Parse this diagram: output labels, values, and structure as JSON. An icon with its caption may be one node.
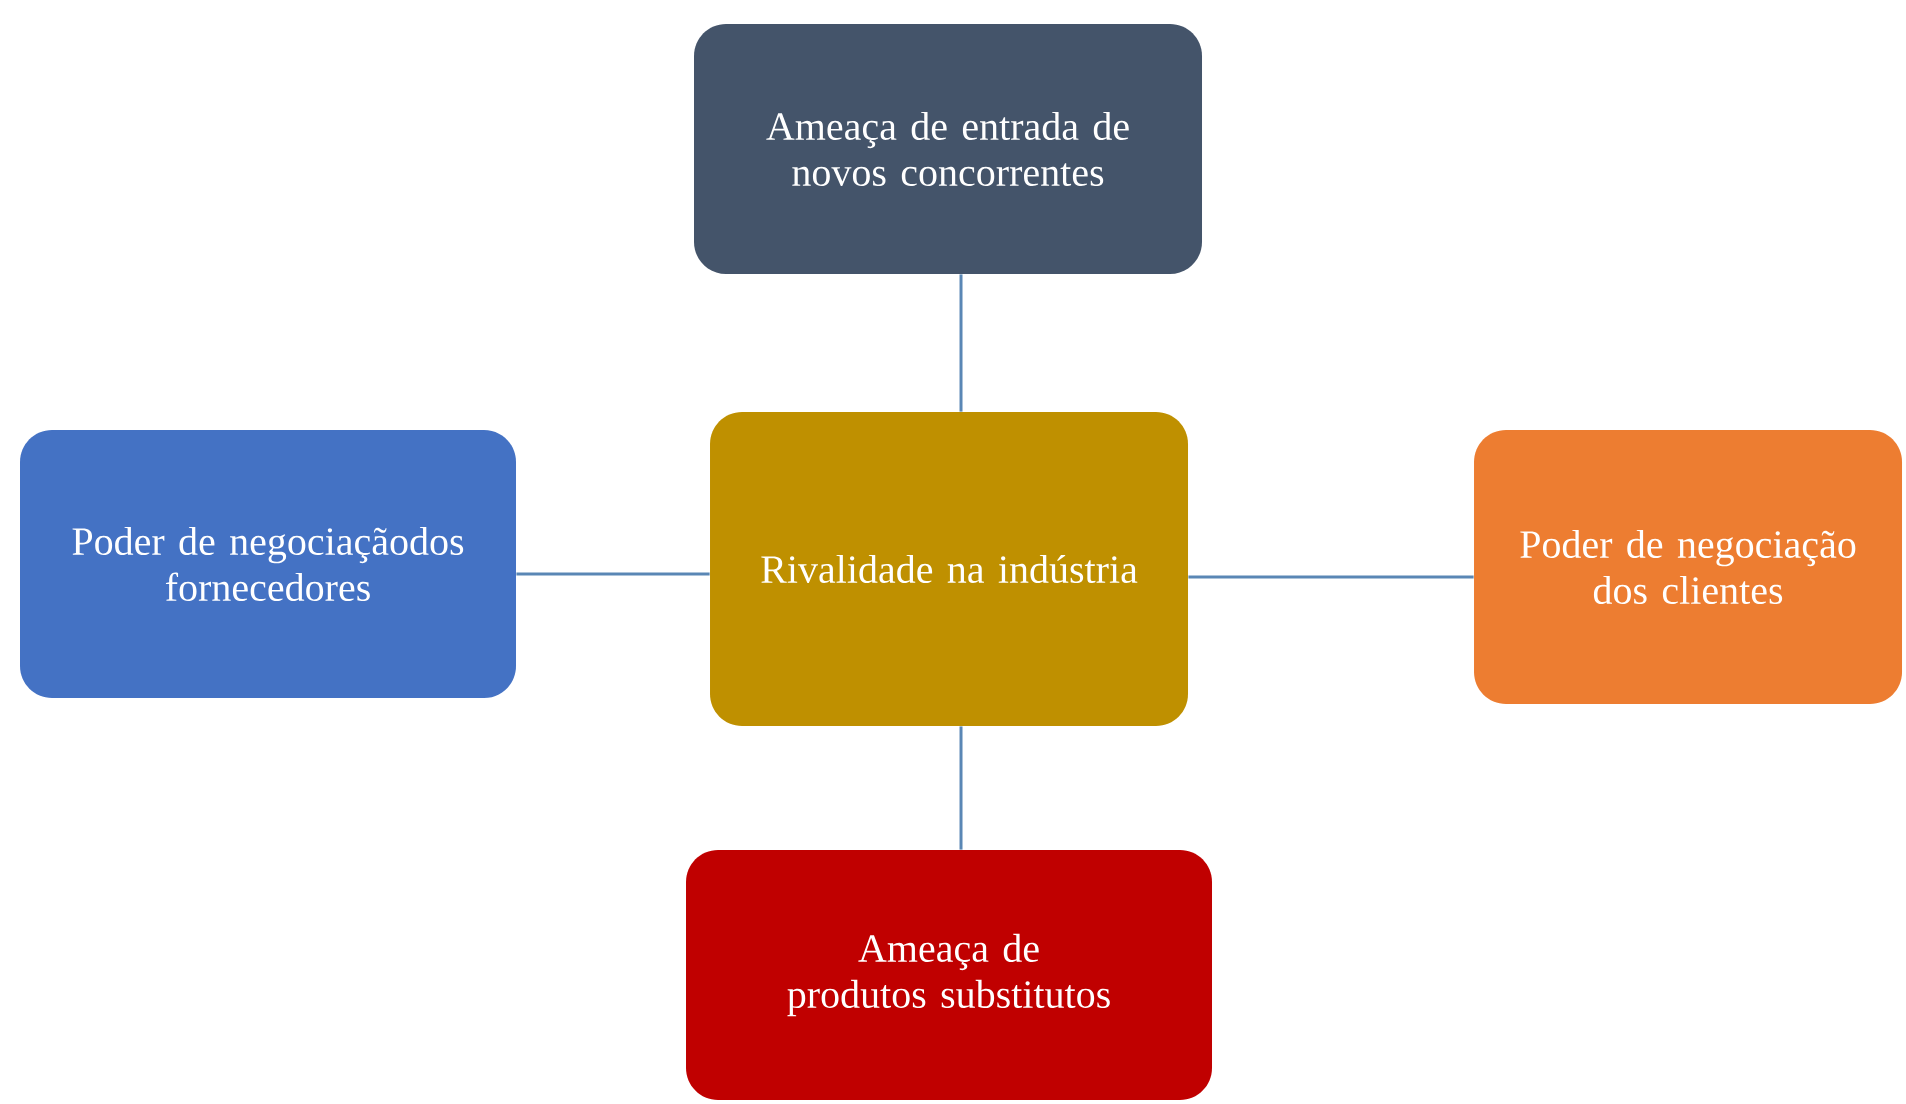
{
  "diagram": {
    "nodes": [
      {
        "text": [
          "Ameaça de entrada de novos concorrentes"
        ]
      },
      {
        "text": [
          "Poder de negociaçãodos fornecedores"
        ]
      },
      {
        "text": [
          "Rivalidade na indústria"
        ]
      },
      {
        "text": [
          "Poder de negociação dos clientes"
        ]
      },
      {
        "text": [
          "Ameaça de produtos substitutos"
        ]
      }
    ],
    "edges": [
      {
        "from": 0,
        "to": 2,
        "arrow": "none"
      },
      {
        "from": 1,
        "to": 2,
        "arrow": "none"
      },
      {
        "from": 2,
        "to": 3,
        "arrow": "none"
      },
      {
        "from": 4,
        "to": 2,
        "arrow": "none"
      }
    ]
  }
}
